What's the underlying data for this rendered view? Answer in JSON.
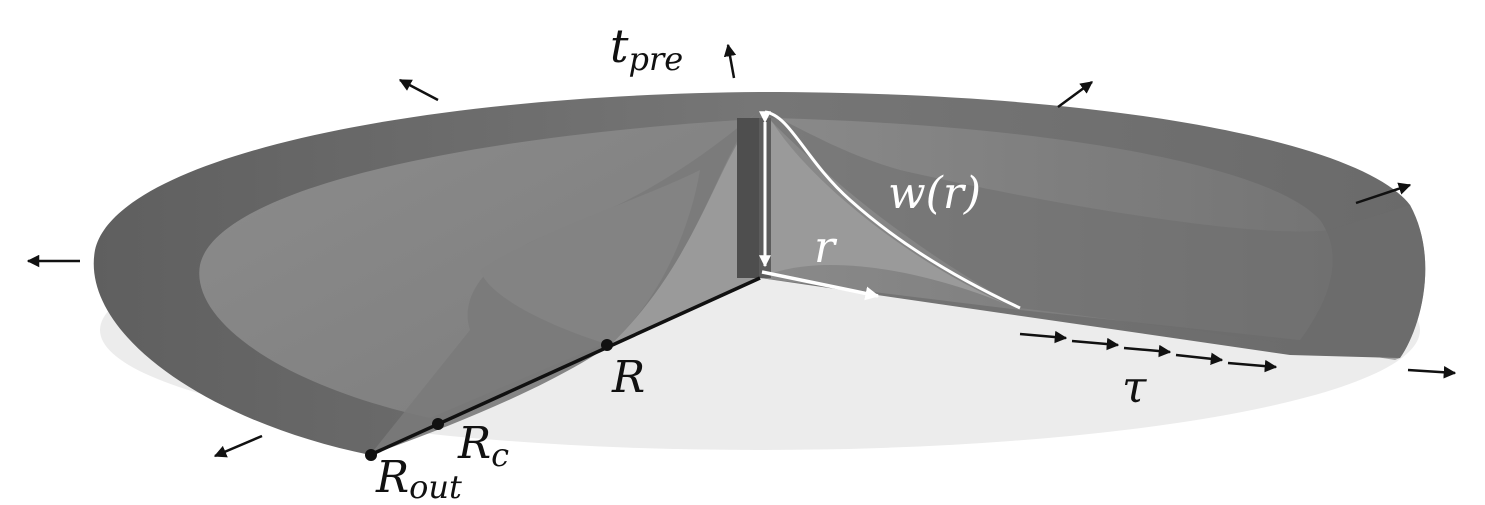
{
  "labels": {
    "t_main": "t",
    "t_sub": "pre",
    "w_r": "w(r)",
    "r": "r",
    "R": "R",
    "R_c_main": "R",
    "R_c_sub": "c",
    "R_out_main": "R",
    "R_out_sub": "out",
    "tau": "τ"
  },
  "colors": {
    "membrane_outer": "#6e6e6e",
    "membrane_inner": "#8a8a8a",
    "membrane_dark": "#555555",
    "profile_line": "#ffffff",
    "arrows": "#111111"
  }
}
